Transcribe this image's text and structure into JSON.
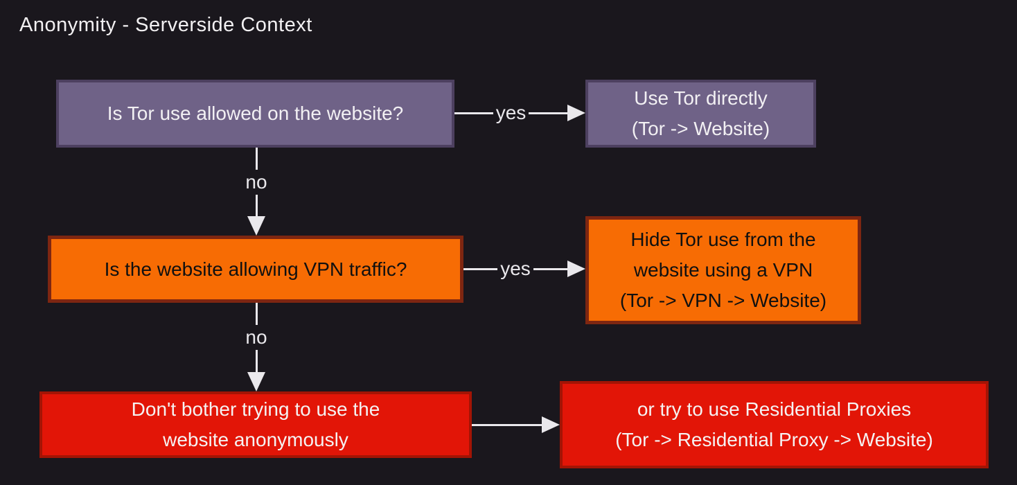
{
  "title": "Anonymity - Serverside Context",
  "colors": {
    "background": "#1a171d",
    "purple_fill": "#6f6287",
    "purple_border": "#4d4060",
    "orange_fill": "#f76c04",
    "orange_border": "#7e2611",
    "red_fill": "#e21507",
    "red_border": "#a31405",
    "arrow": "#eae8ec",
    "light_text": "#f2f0f3",
    "dark_text": "#101010"
  },
  "nodes": {
    "q_tor": {
      "color": "purple",
      "lines": [
        "Is Tor use allowed on the website?"
      ]
    },
    "use_tor": {
      "color": "purple",
      "lines": [
        "Use Tor directly",
        "(Tor -> Website)"
      ]
    },
    "q_vpn": {
      "color": "orange",
      "lines": [
        "Is the website allowing VPN traffic?"
      ]
    },
    "hide_tor": {
      "color": "orange",
      "lines": [
        "Hide Tor use from the",
        "website using a VPN",
        "(Tor -> VPN -> Website)"
      ]
    },
    "dont_bother": {
      "color": "red",
      "lines": [
        "Don't bother trying to use the",
        "website anonymously"
      ]
    },
    "residential": {
      "color": "red",
      "lines": [
        "or try to use Residential Proxies",
        "(Tor -> Residential Proxy -> Website)"
      ]
    }
  },
  "edges": {
    "yes1": {
      "from": "q_tor",
      "to": "use_tor",
      "label": "yes"
    },
    "no1": {
      "from": "q_tor",
      "to": "q_vpn",
      "label": "no"
    },
    "yes2": {
      "from": "q_vpn",
      "to": "hide_tor",
      "label": "yes"
    },
    "no2": {
      "from": "q_vpn",
      "to": "dont_bother",
      "label": "no"
    },
    "plain": {
      "from": "dont_bother",
      "to": "residential",
      "label": ""
    }
  }
}
